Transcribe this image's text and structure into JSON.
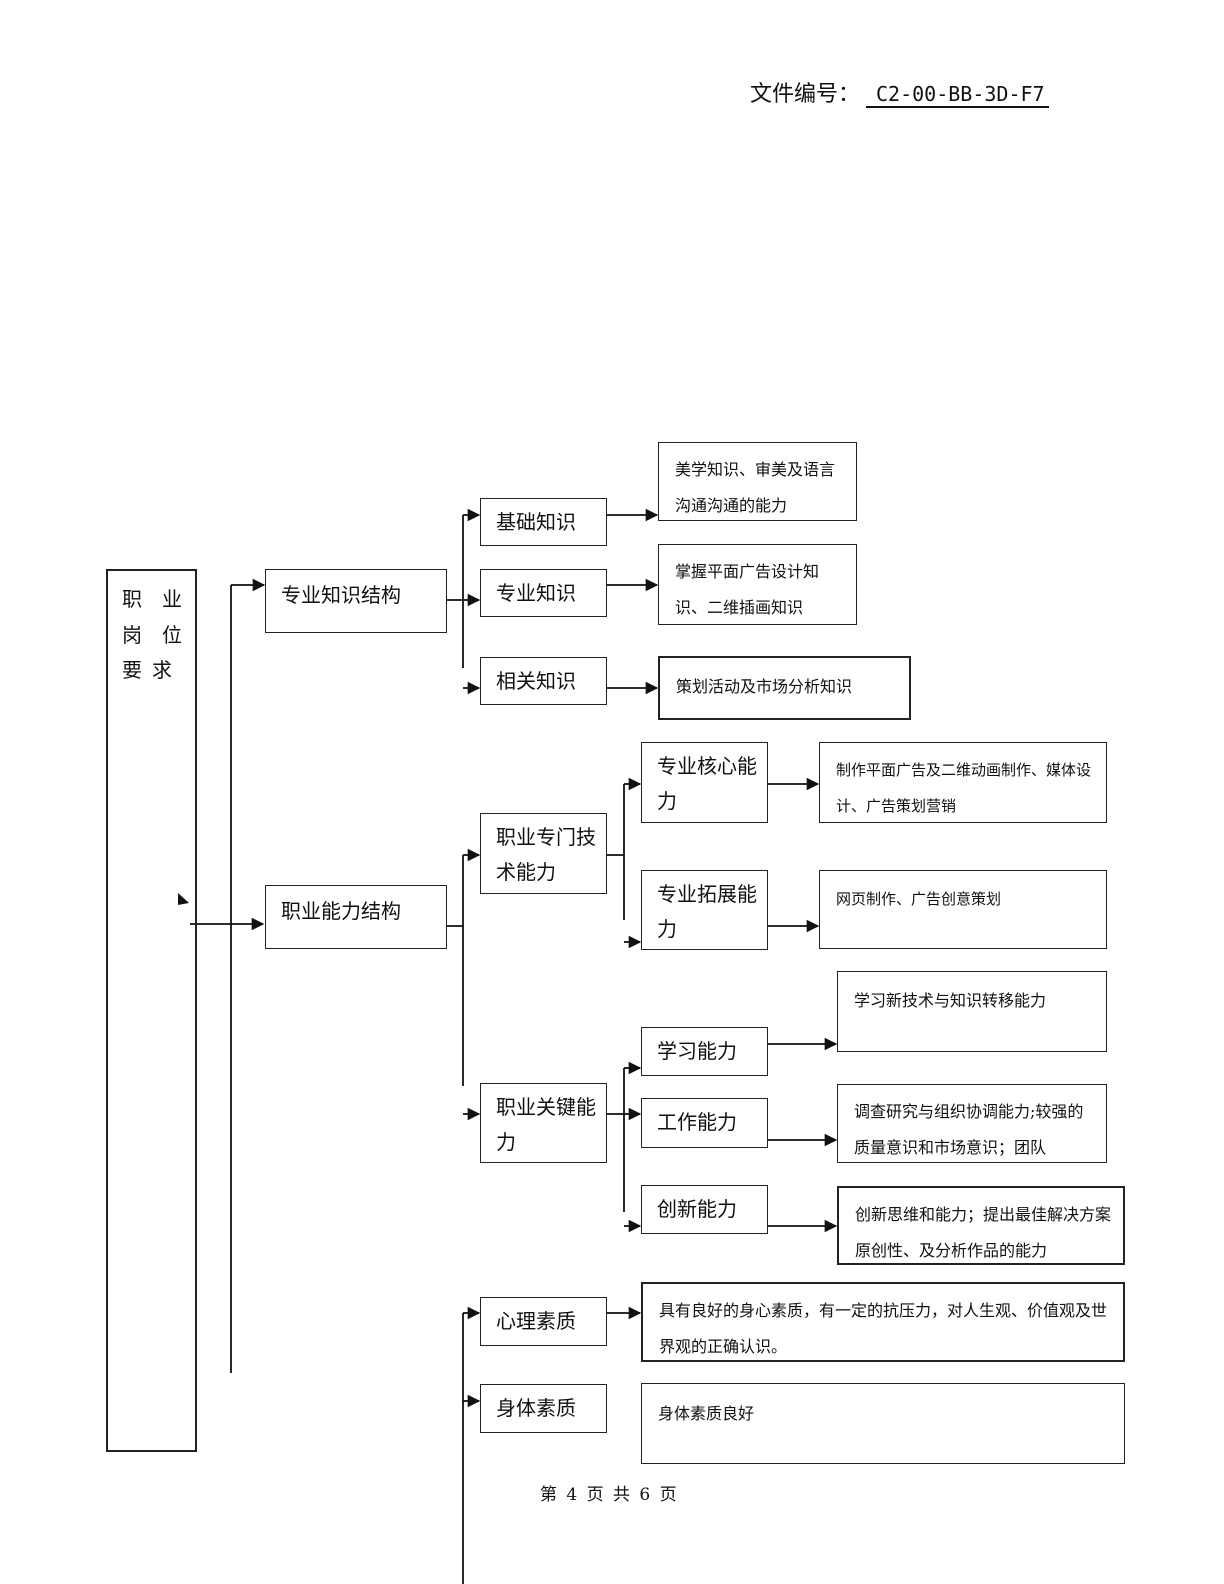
{
  "header": {
    "doc_number_label": "文件编号：",
    "doc_number_value": "C2-00-BB-3D-F7"
  },
  "root": {
    "chars": [
      "职",
      "业",
      "岗",
      "位",
      "要",
      "求"
    ]
  },
  "nodes": {
    "knowledge_structure": "专业知识结构",
    "basic_knowledge": "基础知识",
    "professional_knowledge": "专业知识",
    "related_knowledge": "相关知识",
    "basic_desc": "美学知识、审美及语言沟通沟通的能力",
    "professional_desc": "掌握平面广告设计知识、二维插画知识",
    "related_desc": "策划活动及市场分析知识",
    "ability_structure": "职业能力结构",
    "specialized_ability": "职业专门技术能力",
    "core_ability": "专业核心能力",
    "extended_ability": "专业拓展能力",
    "core_desc": "制作平面广告及二维动画制作、媒体设计、广告策划营销",
    "extended_desc": "网页制作、广告创意策划",
    "key_ability": "职业关键能力",
    "learning_ability": "学习能力",
    "work_ability": "工作能力",
    "innovation_ability": "创新能力",
    "learning_desc": "学习新技术与知识转移能力",
    "work_desc": "调查研究与组织协调能力;较强的质量意识和市场意识；团队",
    "innovation_desc": "创新思维和能力；提出最佳解决方案原创性、及分析作品的能力",
    "psychological_quality": "心理素质",
    "physical_quality": "身体素质",
    "psychological_desc": "具有良好的身心素质，有一定的抗压力，对人生观、价值观及世界观的正确认识。",
    "physical_desc": "身体素质良好"
  },
  "footer": {
    "page_text": "第 4 页 共 6 页"
  }
}
